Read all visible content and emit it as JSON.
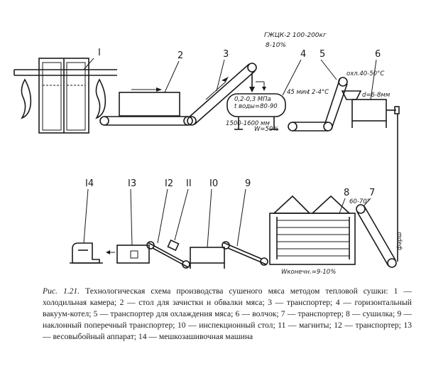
{
  "figure": {
    "numbers": {
      "n1": "I",
      "n2": "2",
      "n3": "3",
      "n4": "4",
      "n5": "5",
      "n6": "6",
      "n7": "7",
      "n8": "8",
      "n9": "9",
      "n10": "I0",
      "n11": "II",
      "n12": "I2",
      "n13": "I3",
      "n14": "I4"
    },
    "annotations": {
      "top_note_1": "ГЖЦК-2 100-200кг",
      "top_note_2": "8-10%",
      "vacuum_1": "0,2-0,3 МПа",
      "vacuum_2": "t воды=80-90",
      "vacuum_3": "1500-1600 мм",
      "moisture_50": "W=50%",
      "time_45": "45 мин",
      "temp_5": "t 2-4°С",
      "cooling": "охл.40-50°С",
      "grinder": "d=6-8мм",
      "dryer_temp": "60-70°",
      "final_moisture": "Wконечн.=9-10%",
      "output": "фарш"
    }
  },
  "caption": {
    "label": "Рис. 1.21.",
    "text": "Технологическая схема производства сушеного мяса методом тепловой сушки: 1 — холодильная камера; 2 — стол для зачистки и обвалки мяса; 3 — транспортер; 4 — горизонтальный вакуум-котел; 5 — транспортер для охлаждения мяса; 6 — волчок; 7 — транспортер; 8 — сушилка; 9 — наклонный поперечный транспортер; 10 — инспекционный стол; 11 — магниты; 12 — транспортер; 13 — весовыбойный аппарат; 14 — мешкозашивочная машина"
  }
}
